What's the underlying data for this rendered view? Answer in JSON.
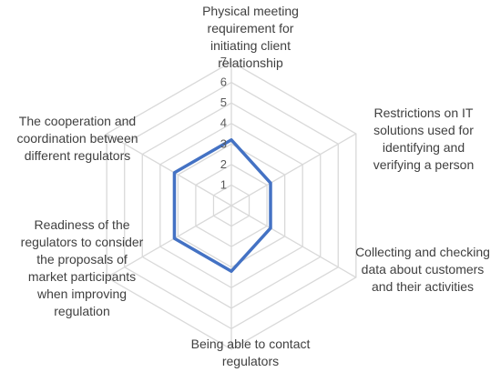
{
  "chart_data": {
    "type": "radar",
    "title": "",
    "axes": [
      "Physical meeting requirement for initiating client relationship",
      "Restrictions on IT solutions used for identifying and verifying a person",
      "Collecting and checking data about customers and their activities",
      "Being able to contact regulators",
      "Readiness of the regulators to consider the proposals of market participants when improving regulation",
      "The cooperation and coordination between different regulators"
    ],
    "axis_label_lines": [
      [
        "Physical meeting",
        "requirement for",
        "initiating client",
        "relationship"
      ],
      [
        "Restrictions on IT",
        "solutions used for",
        "identifying and",
        "verifying a person"
      ],
      [
        "Collecting and checking",
        "data about customers",
        "and their activities"
      ],
      [
        "Being able to contact",
        "regulators"
      ],
      [
        "Readiness of the",
        "regulators to consider",
        "the proposals of",
        "market participants",
        "when improving",
        "regulation"
      ],
      [
        "The cooperation and",
        "coordination between",
        "different regulators"
      ]
    ],
    "ticks": [
      "1",
      "2",
      "3",
      "4",
      "5",
      "6",
      "7"
    ],
    "rlim": [
      0,
      7
    ],
    "series": [
      {
        "values": [
          3.2,
          2.2,
          2.2,
          3.2,
          3.2,
          3.2
        ],
        "color": "#4472C4"
      }
    ],
    "grid": true,
    "grid_color": "#D9D9D9",
    "legend": "none"
  }
}
